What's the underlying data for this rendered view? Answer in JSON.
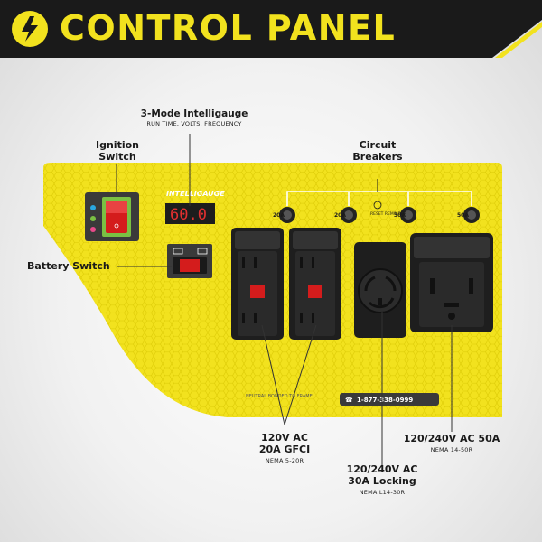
{
  "header": {
    "title": "CONTROL PANEL",
    "icon": "lightning-plug-icon",
    "colors": {
      "bar": "#1a1a1a",
      "accent": "#f2e21e"
    }
  },
  "callouts": {
    "intelligauge": {
      "title": "3-Mode Intelligauge",
      "subtitle": "RUN TIME, VOLTS, FREQUENCY"
    },
    "ignition": {
      "line1": "Ignition",
      "line2": "Switch"
    },
    "breakers": {
      "line1": "Circuit",
      "line2": "Breakers"
    },
    "battery": {
      "label": "Battery Switch"
    },
    "gfci": {
      "line1": "120V AC",
      "line2": "20A GFCI",
      "nema": "NEMA 5-20R"
    },
    "locking": {
      "line1": "120/240V AC",
      "line2": "30A Locking",
      "nema": "NEMA L14-30R"
    },
    "fifty": {
      "line1": "120/240V AC 50A",
      "nema": "NEMA 14-50R"
    }
  },
  "panel": {
    "brand_logo": "INTELLIGAUGE",
    "display_value": "60.0",
    "breaker_labels": [
      "20A",
      "20A",
      "30A",
      "50A"
    ],
    "reset_text": "RESET REMINDER",
    "phone": "1-877-338-0999",
    "warning_text": "NEUTRAL BONDED TO FRAME"
  }
}
